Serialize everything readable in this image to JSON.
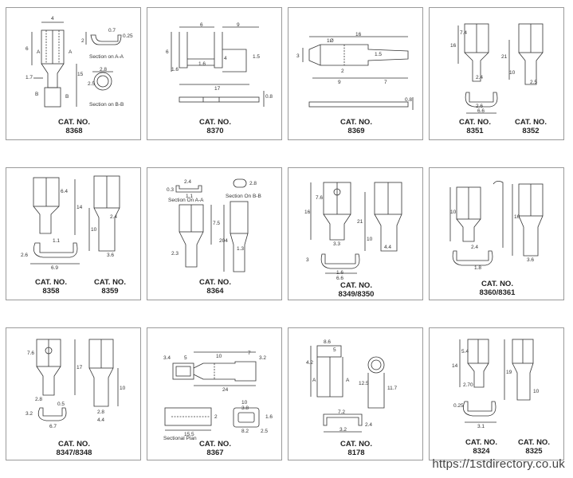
{
  "cards": [
    {
      "id": "8368",
      "cat_label": "CAT. NO.",
      "cat_no": "8368",
      "dims": [
        "4",
        "6",
        "0.7",
        "0.25",
        "2",
        "1.7",
        "15",
        "2.5",
        "2.8",
        "A",
        "A",
        "B",
        "B"
      ],
      "notes": [
        "Section on A-A",
        "Section on B-B"
      ]
    },
    {
      "id": "8370",
      "cat_label": "CAT. NO.",
      "cat_no": "8370",
      "dims": [
        "6",
        "9",
        "6",
        "1.6",
        "1.6",
        "4",
        "1.5",
        "17",
        "0.8"
      ],
      "notes": []
    },
    {
      "id": "8369",
      "cat_label": "CAT. NO.",
      "cat_no": "8369",
      "dims": [
        "16",
        "1Ø",
        "3",
        "1.5",
        "2",
        "9",
        "7",
        "0.8"
      ],
      "notes": []
    },
    {
      "id": "8351_8352",
      "cat_label_1": "CAT. NO.",
      "cat_no_1": "8351",
      "cat_label_2": "CAT. NO.",
      "cat_no_2": "8352",
      "dims": [
        "16",
        "7.4",
        "21",
        "2.4",
        "10",
        "2.5",
        "2.6",
        "6.6"
      ],
      "notes": []
    },
    {
      "id": "8358_8359",
      "cat_label_1": "CAT. NO.",
      "cat_no_1": "8358",
      "cat_label_2": "CAT. NO.",
      "cat_no_2": "8359",
      "dims": [
        "6.4",
        "14",
        "1.1",
        "2.6",
        "6.9",
        "10",
        "2.4",
        "3.6"
      ],
      "notes": []
    },
    {
      "id": "8364",
      "cat_label": "CAT. NO.",
      "cat_no": "8364",
      "dims": [
        "2.4",
        "0.3",
        "1.1",
        "2.8",
        "7.5",
        "204",
        "2.3",
        "1.3"
      ],
      "notes": [
        "Section On A-A",
        "Section On B-B"
      ]
    },
    {
      "id": "8349_8350",
      "cat_label": "CAT. NO.",
      "cat_no": "8349/8350",
      "dims": [
        "7.6",
        "16",
        "21",
        "10",
        "3",
        "1.6",
        "6.6",
        "4.4",
        "3.3"
      ],
      "notes": []
    },
    {
      "id": "8360_8361",
      "cat_label": "CAT. NO.",
      "cat_no": "8360/8361",
      "dims": [
        "10",
        "16",
        "2.4",
        "1.8",
        "3.6"
      ],
      "notes": []
    },
    {
      "id": "8347_8348",
      "cat_label": "CAT. NO.",
      "cat_no": "8347/8348",
      "dims": [
        "7.6",
        "17",
        "10",
        "2.8",
        "0.5",
        "3.2",
        "6.7",
        "2.8",
        "4.4"
      ],
      "notes": []
    },
    {
      "id": "8367",
      "cat_label": "CAT. NO.",
      "cat_no": "8367",
      "dims": [
        "3.4",
        "5",
        "10",
        "7",
        "3.2",
        "24",
        "10",
        "3.8",
        "2",
        "15.5",
        "8.2",
        "2.5",
        "1.6"
      ],
      "notes": [
        "Sectional Plan"
      ]
    },
    {
      "id": "8178",
      "cat_label": "CAT. NO.",
      "cat_no": "8178",
      "dims": [
        "8.6",
        "5",
        "4.2",
        "A",
        "A",
        "12.5",
        "11.7",
        "7.2",
        "3.2",
        "2.4"
      ],
      "notes": []
    },
    {
      "id": "8324_8325",
      "cat_label_1": "CAT. NO.",
      "cat_no_1": "8324",
      "cat_label_2": "CAT. NO.",
      "cat_no_2": "8325",
      "dims": [
        "5.4",
        "14",
        "19",
        "2.70",
        "10",
        "0.25",
        "3.1"
      ],
      "notes": []
    }
  ],
  "watermark": "https://1stdirectory.co.uk"
}
